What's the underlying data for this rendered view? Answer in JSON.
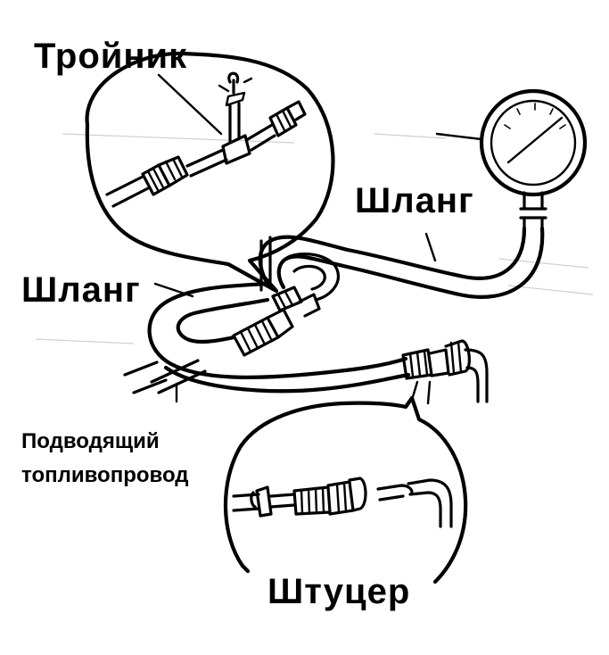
{
  "labels": {
    "tee": "Тройник",
    "hose_right": "Шланг",
    "hose_left": "Шланг",
    "supply_line_1": "Подводящий",
    "supply_line_2": "топливопровод",
    "fitting": "Штуцер"
  },
  "colors": {
    "ink": "#000000",
    "background": "#ffffff"
  }
}
